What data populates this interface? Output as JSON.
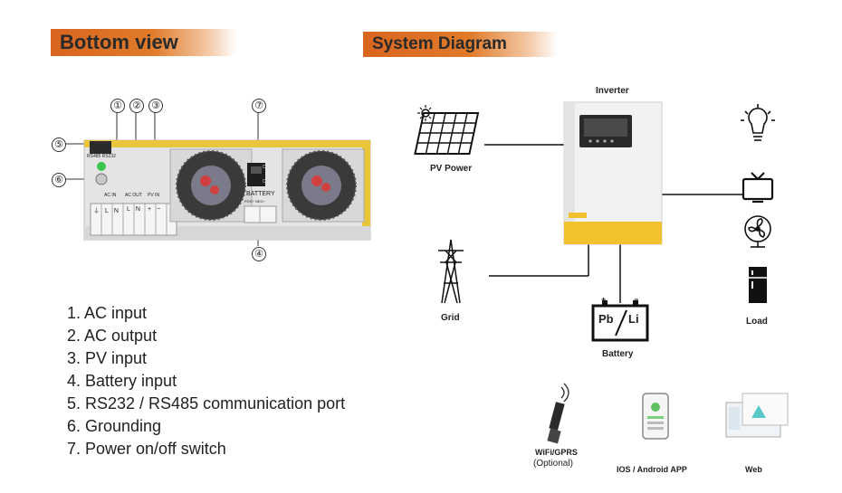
{
  "headers": {
    "bottom_view": "Bottom view",
    "system_diagram": "System Diagram"
  },
  "callouts": [
    "①",
    "②",
    "③",
    "⑦",
    "⑤",
    "⑥",
    "④"
  ],
  "device_labels": {
    "ac_in": "AC IN",
    "ac_out": "AC OUT",
    "pv_in": "PV IN",
    "battery": "BATTERY",
    "pos_neg": "POS+   NEG−",
    "rs485": "RS485 RS232",
    "on": "ON",
    "off": "OFF",
    "terminals_in": [
      "⏚",
      "L",
      "N"
    ],
    "terminals_out": [
      "L",
      "N"
    ],
    "terminals_pv": [
      "+",
      "−"
    ]
  },
  "legend": [
    "1. AC input",
    "2. AC output",
    "3. PV input",
    "4. Battery input",
    "5. RS232 / RS485 communication port",
    "6. Grounding",
    "7. Power on/off switch"
  ],
  "diagram": {
    "inverter": "Inverter",
    "pv_power": "PV Power",
    "grid": "Grid",
    "battery": "Battery",
    "battery_pb": "Pb",
    "battery_li": "Li",
    "battery_plus": "+",
    "battery_minus": "−",
    "load": "Load"
  },
  "monitoring": {
    "wifi": "WiFi/GPRS",
    "optional": "(Optional)",
    "app": "IOS / Android APP",
    "web": "Web"
  },
  "colors": {
    "accent": "#e07b2a",
    "inverter_yellow": "#f2c12e",
    "device_yellow": "#e9c53a"
  }
}
